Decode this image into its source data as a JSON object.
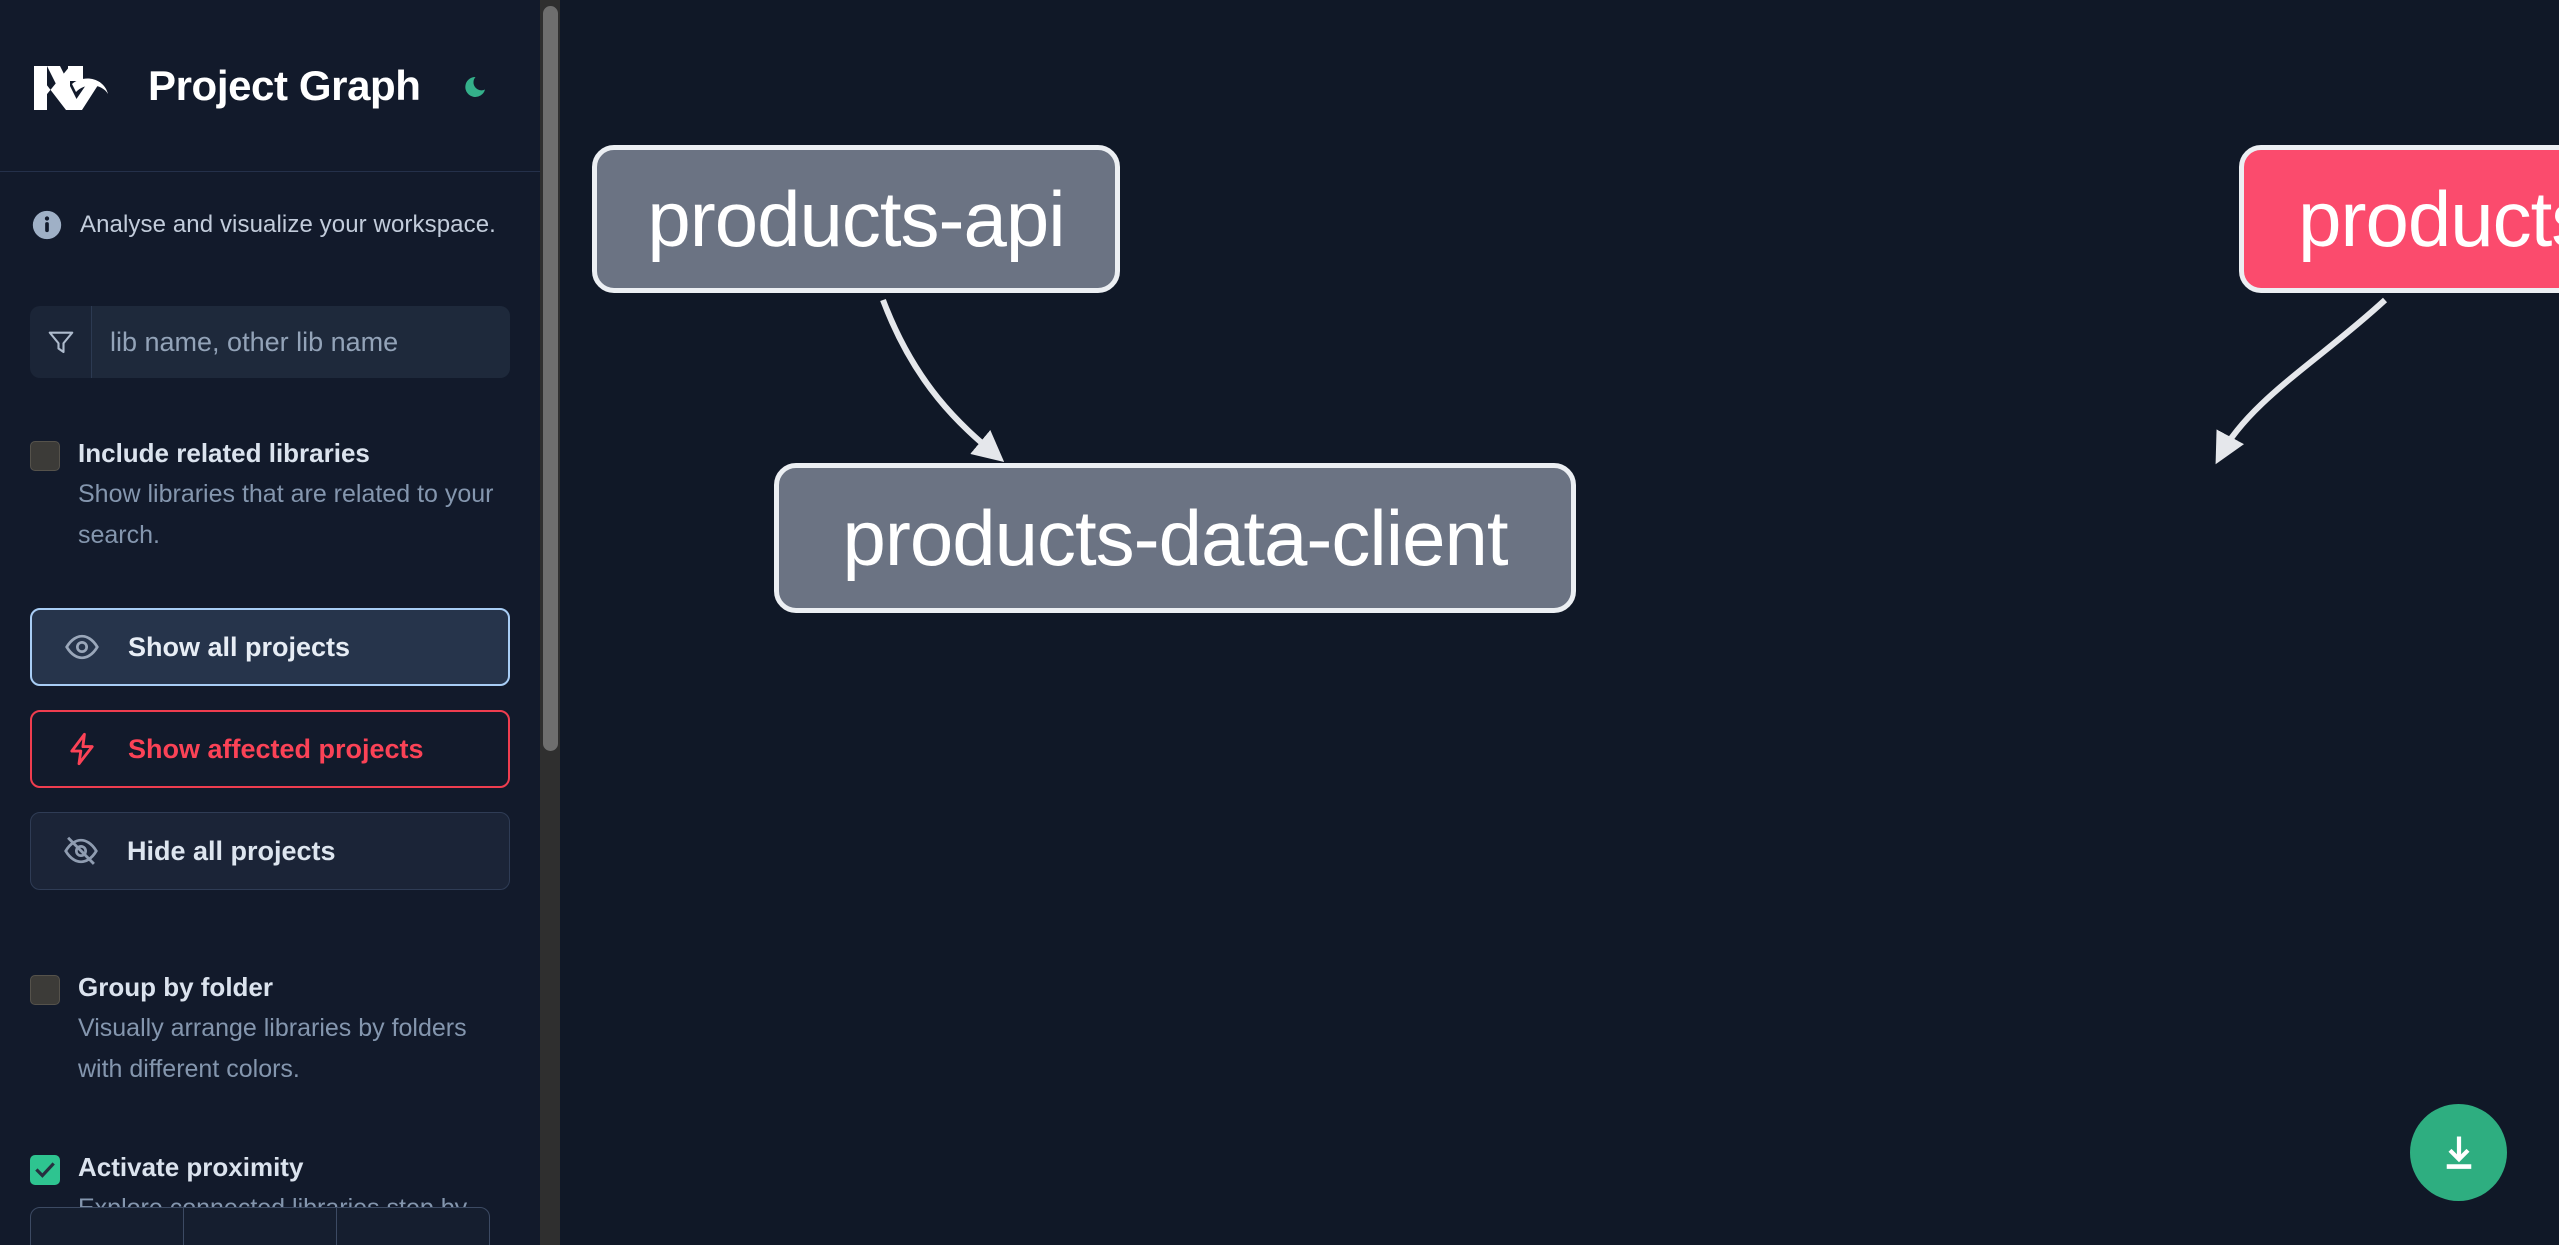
{
  "app": {
    "title": "Project Graph",
    "logo_icon": "nx-logo",
    "theme_toggle_icon": "moon-icon",
    "background_color": "#101827",
    "sidebar_color": "#121a2b"
  },
  "sidebar": {
    "info": {
      "icon": "info-circle-icon",
      "text": "Analyse and visualize your workspace."
    },
    "search": {
      "icon": "filter-funnel-icon",
      "placeholder": "lib name, other lib name",
      "value": ""
    },
    "options": [
      {
        "id": "include-related-libraries",
        "label": "Include related libraries",
        "description": "Show libraries that are related to your search.",
        "checked": false
      },
      {
        "id": "group-by-folder",
        "label": "Group by folder",
        "description": "Visually arrange libraries by folders with different colors.",
        "checked": false
      },
      {
        "id": "activate-proximity",
        "label": "Activate proximity",
        "description": "Explore connected libraries step by step.",
        "checked": true,
        "checked_color": "#2ec490"
      }
    ],
    "buttons": [
      {
        "id": "show-all-projects",
        "label": "Show all projects",
        "icon": "eye-icon",
        "accent": "#a8cdf5",
        "state": "selected"
      },
      {
        "id": "show-affected-projects",
        "label": "Show affected projects",
        "icon": "lightning-bolt-icon",
        "accent": "#fb4256",
        "state": "default"
      },
      {
        "id": "hide-all-projects",
        "label": "Hide all projects",
        "icon": "eye-off-icon",
        "accent": "#dde5ef",
        "state": "default"
      }
    ],
    "segmented_control": {
      "segments": [
        "",
        "",
        ""
      ]
    },
    "scrollbar": {
      "thumb_color": "#6e6e6e",
      "track_color": "#2f2f2f"
    }
  },
  "graph": {
    "nodes": [
      {
        "id": "products-api",
        "label": "products-api",
        "color": "#6b7383",
        "state": "normal"
      },
      {
        "id": "products-cli",
        "label": "products-cli",
        "color": "#fb4b6d",
        "state": "affected"
      },
      {
        "id": "products-data-client",
        "label": "products-data-client",
        "color": "#6b7383",
        "state": "normal"
      }
    ],
    "edges": [
      {
        "from": "products-api",
        "to": "products-data-client",
        "color": "#e5e7eb"
      },
      {
        "from": "products-cli",
        "to": "products-data-client",
        "color": "#e5e7eb"
      }
    ]
  },
  "fab": {
    "id": "download-button",
    "icon": "download-icon",
    "color": "#2eae80"
  }
}
